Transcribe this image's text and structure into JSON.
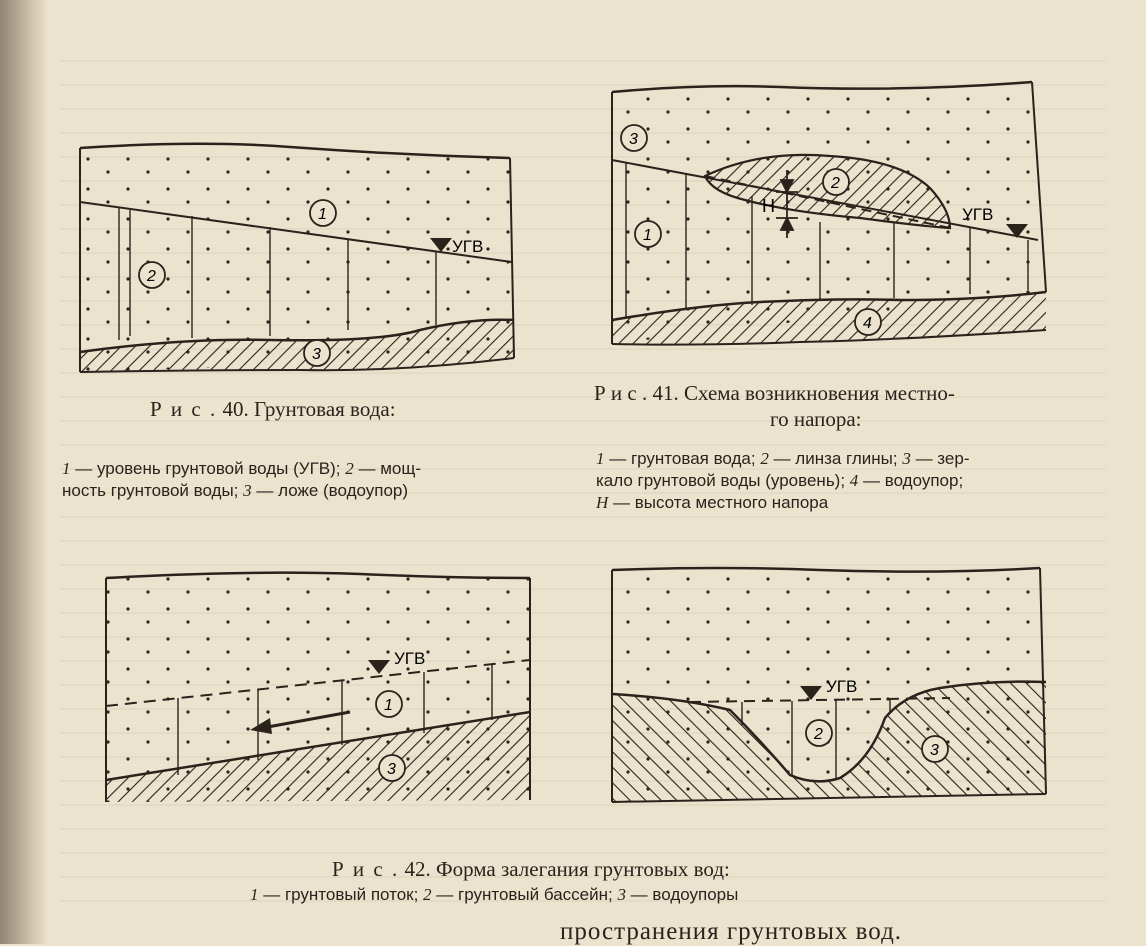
{
  "fig40": {
    "caption_prefix": "Р и с .",
    "caption_text": "40. Грунтовая вода:",
    "legend": [
      "1",
      " — уровень грунтовой воды (УГВ); ",
      "2",
      " — мощ-",
      "ность грунтовой воды; ",
      "3",
      " — ложе (водоупор)"
    ],
    "marker_text": "УГВ",
    "labels": [
      "1",
      "2",
      "3"
    ]
  },
  "fig41": {
    "caption_line1": "Р и с . 41. Схема возникновения местно-",
    "caption_line2": "го напора:",
    "legend": [
      "1",
      " — грунтовая вода; ",
      "2",
      " — линза глины; ",
      "3",
      " — зер-",
      "кало грунтовой воды (уровень); ",
      "4",
      " — водоупор;",
      "H",
      " — высота местного напора"
    ],
    "marker_text": "УГВ",
    "h_text": "H",
    "labels": [
      "1",
      "2",
      "3",
      "4"
    ]
  },
  "fig42": {
    "caption_prefix": "Р и с .",
    "caption_text": "42. Форма залегания грунтовых вод:",
    "legend": [
      "1",
      " — грунтовый поток; ",
      "2",
      " — грунтовый бассейн; ",
      "3",
      " — водоупоры"
    ],
    "left_marker_text": "УГВ",
    "right_marker_text": "УГВ",
    "labels": [
      "1",
      "3",
      "2",
      "3"
    ]
  },
  "bottom_text": "пространения грунтовых вод."
}
